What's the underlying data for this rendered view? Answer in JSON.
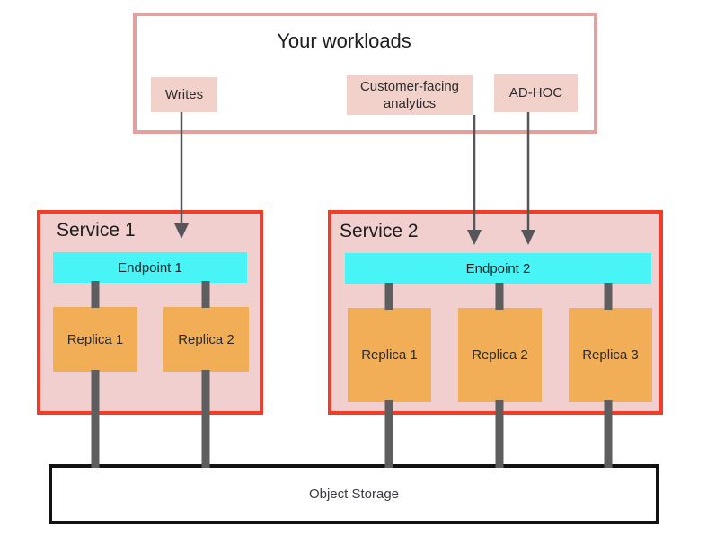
{
  "workloads": {
    "title": "Your workloads",
    "items": [
      {
        "label": "Writes"
      },
      {
        "label": "Customer-facing analytics"
      },
      {
        "label": "AD-HOC"
      }
    ]
  },
  "services": [
    {
      "title": "Service 1",
      "endpoint": "Endpoint 1",
      "replicas": [
        "Replica 1",
        "Replica 2"
      ]
    },
    {
      "title": "Service 2",
      "endpoint": "Endpoint 2",
      "replicas": [
        "Replica 1",
        "Replica 2",
        "Replica 3"
      ]
    }
  ],
  "storage": {
    "label": "Object Storage"
  },
  "colors": {
    "workloads_border": "#e2a19c",
    "chip_pink": "#f3d1cb",
    "service_border": "#f43b28",
    "service_bg": "#f1cfcf",
    "endpoint_cyan": "#49f4f6",
    "replica_orange": "#f2ae56",
    "connector_gray": "#5e5e5e",
    "arrow_gray": "#55555a",
    "storage_border": "#121212"
  }
}
